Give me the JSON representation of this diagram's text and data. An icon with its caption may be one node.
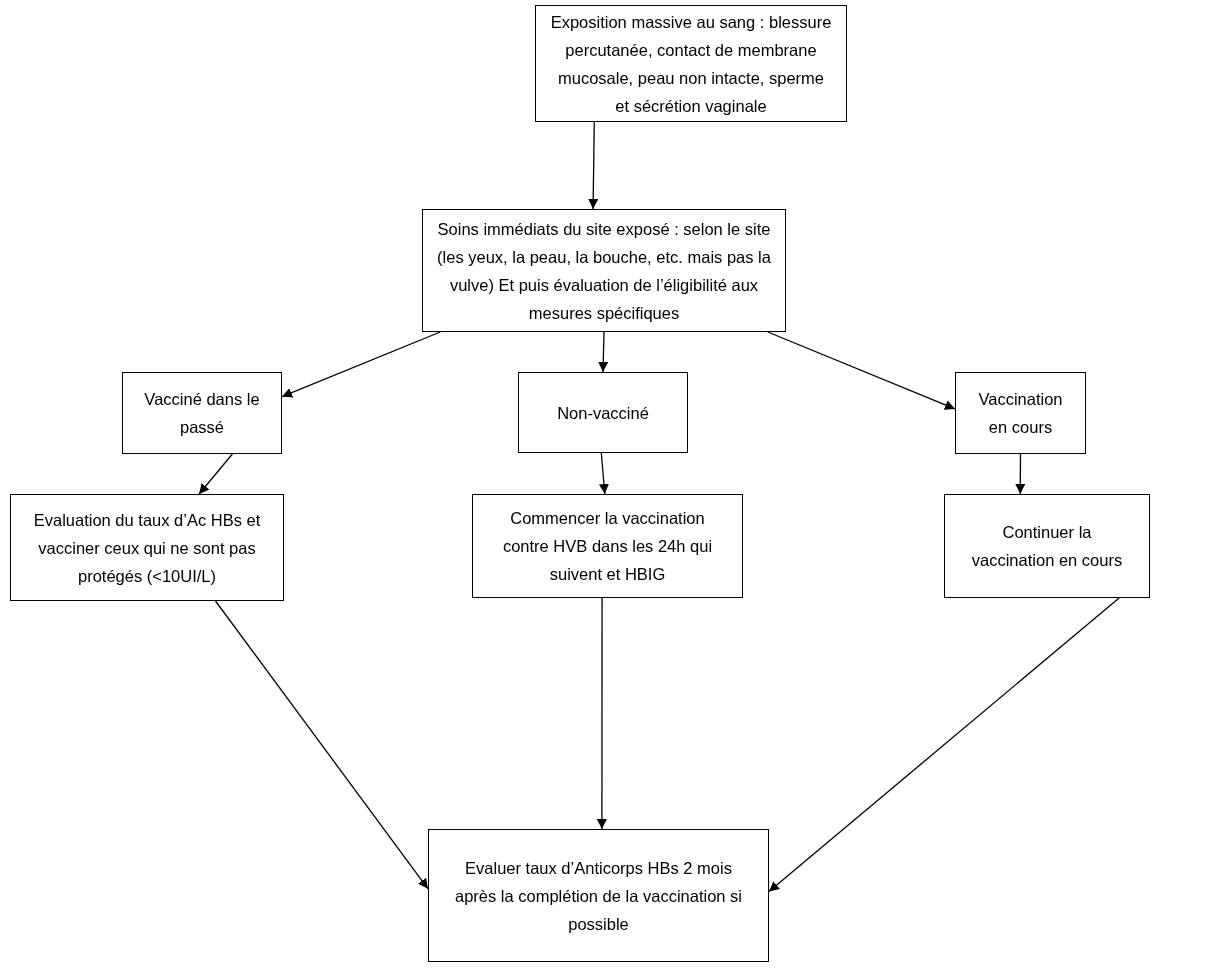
{
  "diagram": {
    "nodes": [
      {
        "text": [
          "Exposition massive au sang : blessure percutanée, contact de membrane mucosale, peau non intacte, sperme et sécrétion vaginale"
        ]
      },
      {
        "text": [
          "Soins immédiats du site exposé : selon le site (les yeux, la peau, la bouche, etc. mais pas la vulve) Et puis évaluation de l’éligibilité aux mesures spécifiques"
        ]
      },
      {
        "text": [
          "Vacciné dans le passé"
        ]
      },
      {
        "text": [
          "Non-vacciné"
        ]
      },
      {
        "text": [
          "Vaccination en cours"
        ]
      },
      {
        "text": [
          "Evaluation du taux d’Ac HBs et vacciner ceux qui ne sont pas protégés (<10UI/L)"
        ]
      },
      {
        "text": [
          "Commencer la vaccination contre HVB dans les 24h qui suivent et HBIG"
        ]
      },
      {
        "text": [
          "Continuer la vaccination en cours"
        ]
      },
      {
        "text": [
          "Evaluer taux d’Anticorps HBs 2 mois après la complétion de la vaccination si possible"
        ]
      }
    ],
    "edges": [
      {
        "from": 0,
        "to": 1,
        "arrow": "to"
      },
      {
        "from": 1,
        "to": 2,
        "arrow": "to"
      },
      {
        "from": 1,
        "to": 3,
        "arrow": "to"
      },
      {
        "from": 1,
        "to": 4,
        "arrow": "to"
      },
      {
        "from": 2,
        "to": 5,
        "arrow": "to"
      },
      {
        "from": 3,
        "to": 6,
        "arrow": "to"
      },
      {
        "from": 4,
        "to": 7,
        "arrow": "to"
      },
      {
        "from": 5,
        "to": 8,
        "arrow": "to"
      },
      {
        "from": 6,
        "to": 8,
        "arrow": "to"
      },
      {
        "from": 7,
        "to": 8,
        "arrow": "to"
      }
    ]
  }
}
